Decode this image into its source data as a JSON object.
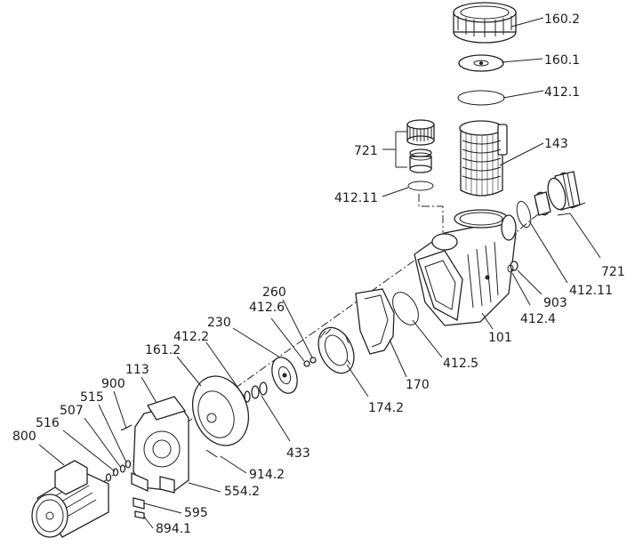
{
  "labels": {
    "p160_2": "160.2",
    "p160_1": "160.1",
    "p412_1": "412.1",
    "p143": "143",
    "p721_top": "721",
    "p412_11_left": "412.11",
    "p721_right": "721",
    "p412_11_right": "412.11",
    "p903": "903",
    "p412_4": "412.4",
    "p101": "101",
    "p412_5": "412.5",
    "p170": "170",
    "p174_2": "174.2",
    "p260": "260",
    "p412_6": "412.6",
    "p230": "230",
    "p412_2": "412.2",
    "p161_2": "161.2",
    "p113": "113",
    "p900": "900",
    "p515": "515",
    "p507": "507",
    "p516": "516",
    "p800": "800",
    "p433": "433",
    "p914_2": "914.2",
    "p554_2": "554.2",
    "p595": "595",
    "p894_1": "894.1"
  }
}
